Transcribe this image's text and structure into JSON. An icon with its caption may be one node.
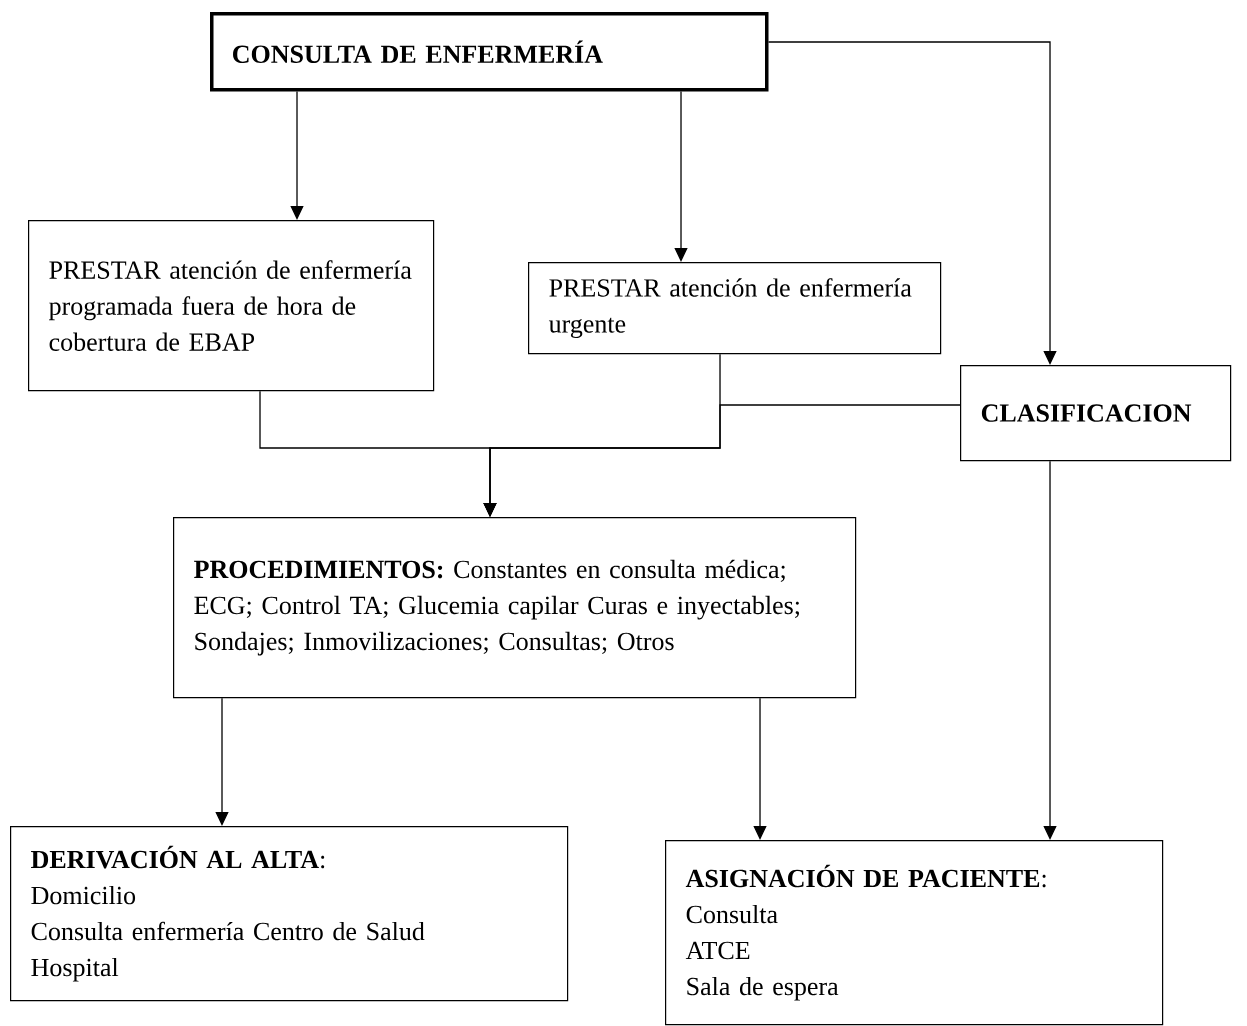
{
  "diagram": {
    "nodes": [
      {
        "text": [
          "CONSULTA DE ENFERMERÍA"
        ]
      },
      {
        "text": [
          "PRESTAR atención de enfermería programada fuera de hora de cobertura de EBAP"
        ]
      },
      {
        "text": [
          "PRESTAR atención de enfermería urgente"
        ]
      },
      {
        "text": [
          "CLASIFICACION"
        ]
      },
      {
        "text": [
          "**PROCEDIMIENTOS:** Constantes en consulta médica; ECG; Control TA; Glucemia capilar Curas e inyectables; Sondajes; Inmovilizaciones; Consultas; Otros"
        ]
      },
      {
        "text": [
          "**DERIVACIÓN AL ALTA**:",
          "Domicilio",
          "Consulta enfermería Centro de Salud",
          "Hospital"
        ]
      },
      {
        "text": [
          "**ASIGNACIÓN DE PACIENTE**:",
          "Consulta",
          "ATCE",
          "Sala de espera"
        ]
      }
    ],
    "edges": [
      {
        "from": 0,
        "to": 1,
        "arrow": "to"
      },
      {
        "from": 0,
        "to": 2,
        "arrow": "to"
      },
      {
        "from": 0,
        "to": 3,
        "arrow": "to"
      },
      {
        "from": 1,
        "to": 4,
        "arrow": "to"
      },
      {
        "from": 2,
        "to": 4,
        "arrow": "to"
      },
      {
        "from": 3,
        "to": 4,
        "arrow": "to"
      },
      {
        "from": 4,
        "to": 5,
        "arrow": "to"
      },
      {
        "from": 4,
        "to": 6,
        "arrow": "to"
      },
      {
        "from": 3,
        "to": 6,
        "arrow": "to"
      }
    ]
  }
}
